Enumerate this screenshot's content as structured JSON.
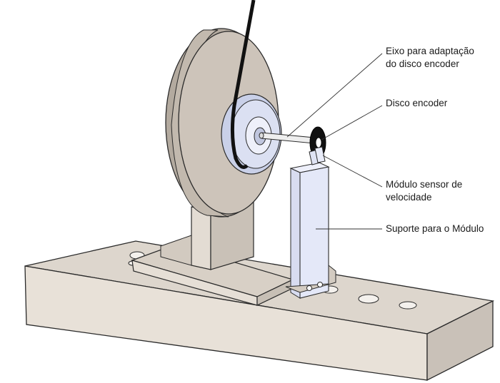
{
  "callouts": {
    "eixo": {
      "line1": "Eixo para adaptação",
      "line2": "do disco encoder"
    },
    "disco": {
      "line1": "Disco encoder"
    },
    "modulo": {
      "line1": "Módulo sensor de",
      "line2": "velocidade"
    },
    "suporte": {
      "line1": "Suporte para o Módulo"
    }
  },
  "colors": {
    "base_front": "#e8e1d8",
    "base_top": "#ddd6cd",
    "base_side": "#c9c1b8",
    "pulley": "#cdc4ba",
    "pulley_dark": "#b3aa9f",
    "hub": "#d6dcef",
    "sensor_support": "#e2e6f6",
    "outline": "#2a2a2a",
    "belt": "#111111"
  }
}
